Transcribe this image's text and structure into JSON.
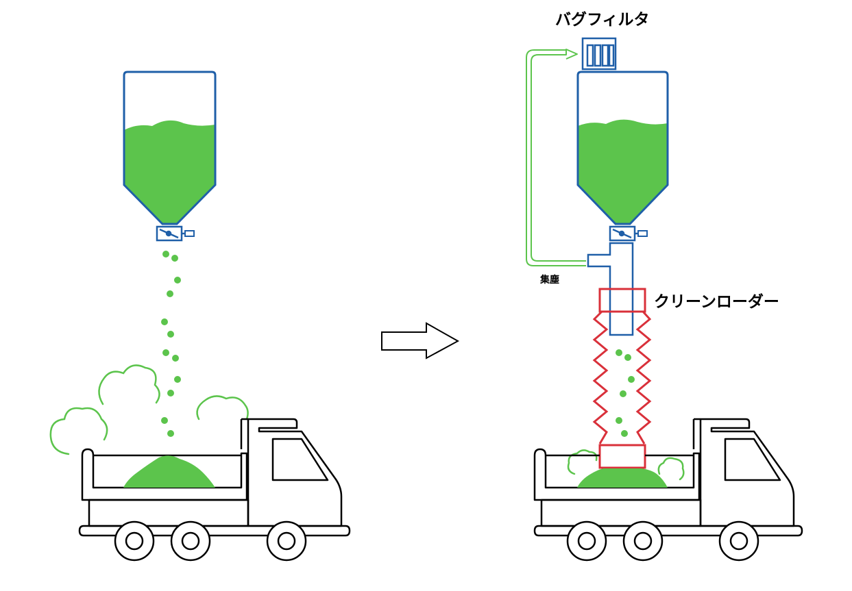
{
  "labels": {
    "bag_filter": "バグフィルタ",
    "dust_collection": "集塵",
    "clean_loader": "クリーンローダー"
  },
  "colors": {
    "silo_outline": "#1f5fa8",
    "powder": "#5cc44c",
    "dust_cloud": "#5cc44c",
    "loader": "#d9303a",
    "truck_outline": "#000000",
    "dust_return_arrow": "#5cc44c",
    "background": "#ffffff"
  },
  "icons": {
    "transition": "right-arrow-icon",
    "valve": "rotary-valve-icon"
  }
}
